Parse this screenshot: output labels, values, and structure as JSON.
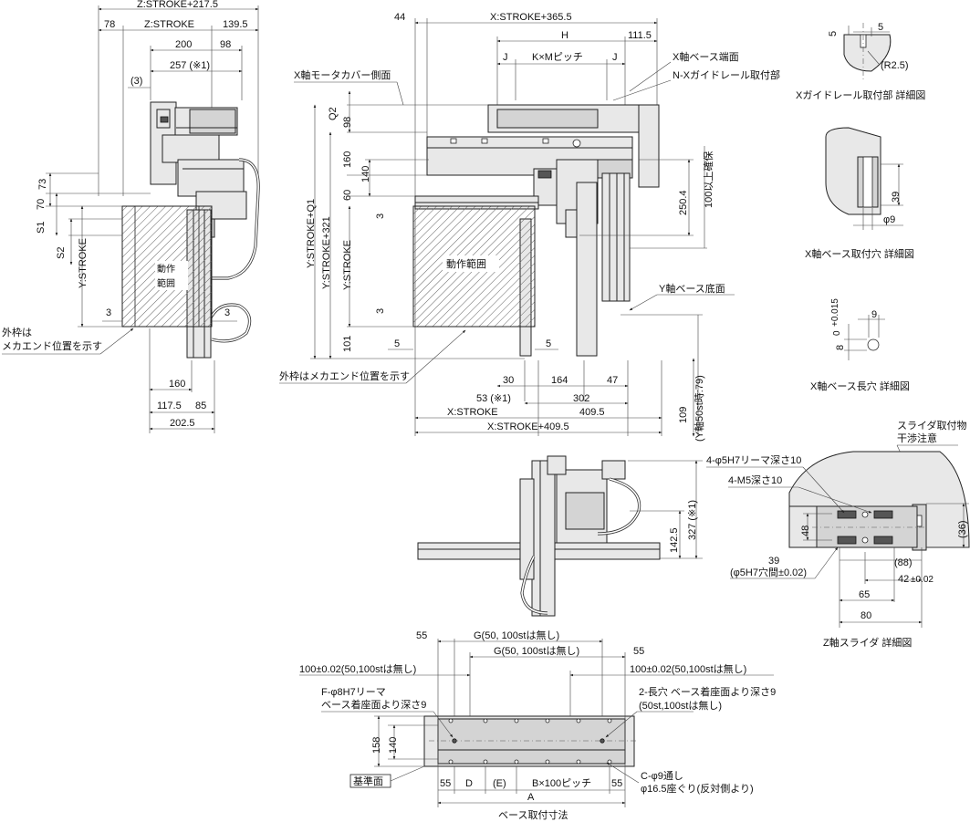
{
  "side_view": {
    "z_stroke_217": "Z:STROKE+217.5",
    "z_stroke": "Z:STROKE",
    "d78": "78",
    "d139": "139.5",
    "d200": "200",
    "d98": "98",
    "d257": "257 (※1)",
    "d3_top": "(3)",
    "d73": "73",
    "d70": "70",
    "s1": "S1",
    "s2": "S2",
    "y_stroke": "Y:STROKE",
    "d3_left": "3",
    "d3_right": "3",
    "range": "動作範囲",
    "outer_note_1": "外枠は",
    "outer_note_2": "メカエンド位置を示す",
    "d160": "160",
    "d117": "117.5",
    "d85": "85",
    "d202": "202.5"
  },
  "front_view": {
    "d44": "44",
    "x_stroke_365": "X:STROKE+365.5",
    "h": "H",
    "d111": "111.5",
    "j_left": "J",
    "kxm": "K×Mピッチ",
    "j_right": "J",
    "x_base_end": "X軸ベース端面",
    "n_x_guide": "N-Xガイドレール取付部",
    "x_motor_cover": "X軸モータカバー側面",
    "q2": "Q2",
    "d98": "98",
    "d160": "160",
    "d140": "140",
    "d60": "60",
    "y_stroke_q1": "Y:STROKE+Q1",
    "y_stroke_321": "Y:STROKE+321",
    "y_stroke": "Y:STROKE",
    "d3a": "3",
    "d3b": "3",
    "d101": "101",
    "d5a": "5",
    "d5b": "5",
    "range": "動作範囲",
    "d250": "250.4",
    "d100_over": "100以上確保",
    "y_base_bottom": "Y軸ベース底面",
    "outer_note": "外枠はメカエンド位置を示す",
    "d30": "30",
    "d164": "164",
    "d47": "47",
    "d53": "53 (※1)",
    "d302": "302",
    "x_stroke": "X:STROKE",
    "d409": "409.5",
    "x_stroke_409": "X:STROKE+409.5",
    "d109": "109",
    "y50": "(Y軸50st時:79)"
  },
  "top_right": {
    "d5_top": "5",
    "d5_right": "5",
    "r25": "(R2.5)",
    "caption": "Xガイドレール取付部 詳細図"
  },
  "mid_right": {
    "d39": "39",
    "phi9": "φ9",
    "caption": "X軸ベース取付穴 詳細図"
  },
  "slot_detail": {
    "tol_hi": "+0.015",
    "tol_lo": "0",
    "d8": "8",
    "d9": "9",
    "caption": "X軸ベース長穴 詳細図"
  },
  "bottom_view": {
    "d1425": "142.5",
    "d327": "327 (※1)"
  },
  "z_slider": {
    "interference_1": "スライダ取付物",
    "interference_2": "干渉注意",
    "reamer": "4-φ5H7リーマ深さ10",
    "m5": "4-M5深さ10",
    "d36": "(36)",
    "d48": "48",
    "d39": "39",
    "phi5": "(φ5H7穴間±0.02)",
    "d88": "(88)",
    "d42": "42",
    "tol42": "±0.02",
    "d65": "65",
    "d80": "80",
    "caption": "Z軸スライダ 詳細図"
  },
  "base_mount": {
    "d55a": "55",
    "g_top": "G(50, 100stは無し)",
    "g_mid": "G(50, 100stは無し)",
    "d55b": "55",
    "d100l": "100±0.02(50,100stは無し)",
    "d100r": "100±0.02(50,100stは無し)",
    "f_phi": "F-φ8H7リーマ",
    "f_depth": "ベース着座面より深さ9",
    "slot2": "2-長穴 ベース着座面より深さ9",
    "slot2_note": "(50st,100stは無し)",
    "d158": "158",
    "d140": "140",
    "ref_face": "基準面",
    "d55c": "55",
    "dD": "D",
    "dE": "(E)",
    "bx100": "B×100ピッチ",
    "d55d": "55",
    "c_phi": "C-φ9通し",
    "c_counter": "φ16.5座ぐり(反対側より)",
    "dA": "A",
    "caption": "ベース取付寸法"
  }
}
